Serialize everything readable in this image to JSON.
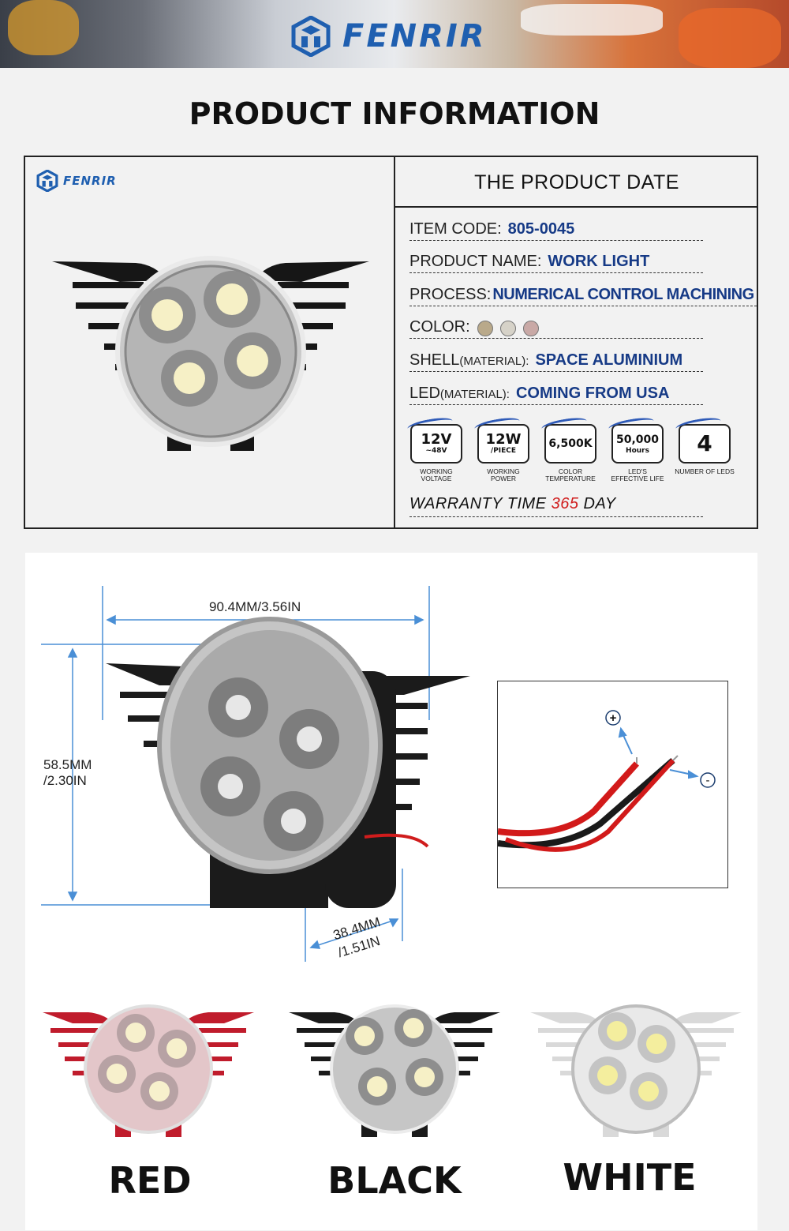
{
  "brand": {
    "name": "FENRIR"
  },
  "section_title": "PRODUCT INFORMATION",
  "spec_panel": {
    "header": "THE PRODUCT DATE",
    "rows": [
      {
        "label": "ITEM CODE:",
        "sub": "",
        "value": "805-0045"
      },
      {
        "label": "PRODUCT NAME:",
        "sub": "",
        "value": "WORK LIGHT"
      },
      {
        "label": "PROCESS:",
        "sub": "",
        "value": "NUMERICAL CONTROL MACHINING"
      },
      {
        "label": "COLOR:",
        "sub": "",
        "value": ""
      },
      {
        "label": "SHELL",
        "sub": "(MATERIAL):",
        "value": "SPACE ALUMINIUM"
      },
      {
        "label": "LED",
        "sub": "(MATERIAL):",
        "value": "COMING FROM USA"
      }
    ],
    "color_swatches": [
      "#b9a98a",
      "#d6d2c8",
      "#c9a9a6"
    ],
    "badges": [
      {
        "big": "12V",
        "small": "~48V",
        "caption1": "WORKING",
        "caption2": "VOLTAGE"
      },
      {
        "big": "12W",
        "small": "/PIECE",
        "caption1": "WORKING",
        "caption2": "POWER"
      },
      {
        "big": "6,500K",
        "small": "",
        "caption1": "COLOR",
        "caption2": "TEMPERATURE"
      },
      {
        "big": "50,000",
        "small": "Hours",
        "caption1": "LED'S",
        "caption2": "EFFECTIVE LIFE"
      },
      {
        "big": "4",
        "small": "",
        "caption1": "NUMBER OF LEDS",
        "caption2": ""
      }
    ],
    "warranty": {
      "prefix": "WARRANTY TIME ",
      "days": "365",
      "suffix": " DAY"
    }
  },
  "dimensions": {
    "width": "90.4MM/3.56IN",
    "height_line1": "58.5MM",
    "height_line2": "/2.30IN",
    "depth_line1": "38.4MM",
    "depth_line2": "/1.51IN",
    "plus": "+",
    "minus": "-"
  },
  "variants": [
    {
      "label": "RED",
      "body": "#c01c2c"
    },
    {
      "label": "BLACK",
      "body": "#1a1a1a"
    },
    {
      "label": "WHITE",
      "body": "#d9d9d9"
    }
  ],
  "colors": {
    "accent": "#163a86",
    "logo_blue": "#1f5fb0",
    "warranty_red": "#d01c1c"
  }
}
